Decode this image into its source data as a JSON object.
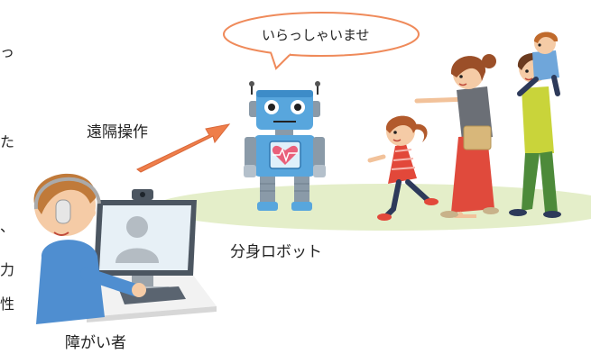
{
  "speech_bubble": "いらっしゃいませ",
  "labels": {
    "remote_operation": "遠隔操作",
    "avatar_robot": "分身ロボット",
    "disabled_person": "障がい者"
  },
  "edge_fragments": [
    "っ",
    "た",
    "、",
    "力",
    "性"
  ],
  "colors": {
    "robot_body": "#58a6dd",
    "arrow": "#ef7e4a",
    "ground": "#e4eec9",
    "bubble_stroke": "#ef8a5a"
  },
  "icons": [
    "robot",
    "heart-monitor-icon",
    "headset-icon",
    "webcam-icon",
    "user-silhouette-icon"
  ]
}
